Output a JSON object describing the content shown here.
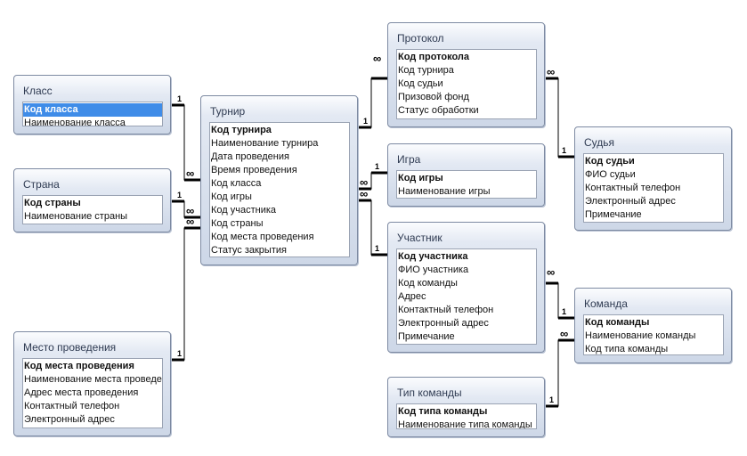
{
  "tables": [
    {
      "id": "klass",
      "title": "Класс",
      "fields": [
        "Код класса",
        "Наименование класса"
      ],
      "pk": [
        0
      ],
      "selected": 0
    },
    {
      "id": "strana",
      "title": "Страна",
      "fields": [
        "Код страны",
        "Наименование страны"
      ],
      "pk": [
        0
      ]
    },
    {
      "id": "mesto",
      "title": "Место проведения",
      "fields": [
        "Код места проведения",
        "Наименование места проведения",
        "Адрес места проведения",
        "Контактный телефон",
        "Электронный адрес"
      ],
      "pk": [
        0
      ]
    },
    {
      "id": "turnir",
      "title": "Турнир",
      "fields": [
        "Код турнира",
        "Наименование турнира",
        "Дата проведения",
        "Время проведения",
        "Код класса",
        "Код игры",
        "Код участника",
        "Код страны",
        "Код места проведения",
        "Статус закрытия"
      ],
      "pk": [
        0
      ]
    },
    {
      "id": "protokol",
      "title": "Протокол",
      "fields": [
        "Код протокола",
        "Код турнира",
        "Код судьи",
        "Призовой фонд",
        "Статус обработки"
      ],
      "pk": [
        0
      ]
    },
    {
      "id": "igra",
      "title": "Игра",
      "fields": [
        "Код игры",
        "Наименование игры"
      ],
      "pk": [
        0
      ]
    },
    {
      "id": "uchastnik",
      "title": "Участник",
      "fields": [
        "Код участника",
        "ФИО участника",
        "Код команды",
        "Адрес",
        "Контактный телефон",
        "Электронный адрес",
        "Примечание"
      ],
      "pk": [
        0
      ]
    },
    {
      "id": "tip",
      "title": "Тип команды",
      "fields": [
        "Код типа команды",
        "Наименование типа команды"
      ],
      "pk": [
        0
      ]
    },
    {
      "id": "sudya",
      "title": "Судья",
      "fields": [
        "Код судьи",
        "ФИО судьи",
        "Контактный телефон",
        "Электронный адрес",
        "Примечание"
      ],
      "pk": [
        0
      ]
    },
    {
      "id": "komanda",
      "title": "Команда",
      "fields": [
        "Код команды",
        "Наименование команды",
        "Код типа команды"
      ],
      "pk": [
        0
      ]
    }
  ],
  "relationships": [
    {
      "one": "Класс",
      "many": "Турнир",
      "one_label": "1",
      "many_label": "∞"
    },
    {
      "one": "Страна",
      "many": "Турнир",
      "one_label": "1",
      "many_label": "∞"
    },
    {
      "one": "Место проведения",
      "many": "Турнир",
      "one_label": "1",
      "many_label": "∞"
    },
    {
      "one": "Турнир",
      "many": "Протокол",
      "one_label": "1",
      "many_label": "∞"
    },
    {
      "one": "Игра",
      "many": "Турнир",
      "one_label": "1",
      "many_label": "∞"
    },
    {
      "one": "Участник",
      "many": "Турнир",
      "one_label": "1",
      "many_label": "∞"
    },
    {
      "one": "Судья",
      "many": "Протокол",
      "one_label": "1",
      "many_label": "∞"
    },
    {
      "one": "Команда",
      "many": "Участник",
      "one_label": "1",
      "many_label": "∞"
    },
    {
      "one": "Тип команды",
      "many": "Команда",
      "one_label": "1",
      "many_label": "∞"
    }
  ]
}
